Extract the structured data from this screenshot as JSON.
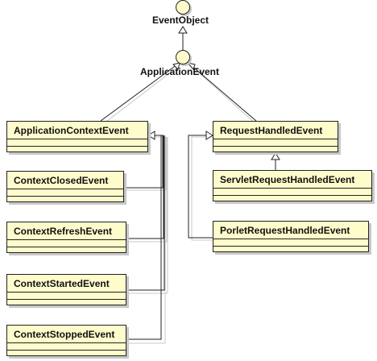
{
  "interfaces": {
    "event_object": "EventObject",
    "application_event": "ApplicationEvent"
  },
  "classes": {
    "application_context_event": "ApplicationContextEvent",
    "context_closed_event": "ContextClosedEvent",
    "context_refresh_event": "ContextRefreshEvent",
    "context_started_event": "ContextStartedEvent",
    "context_stopped_event": "ContextStoppedEvent",
    "request_handled_event": "RequestHandledEvent",
    "servlet_request_handled_event": "ServletRequestHandledEvent",
    "porlet_request_handled_event": "PorletRequestHandledEvent"
  },
  "colors": {
    "class_fill": "#fffccc",
    "line": "#222222",
    "shadow": "#c8c8c8"
  }
}
